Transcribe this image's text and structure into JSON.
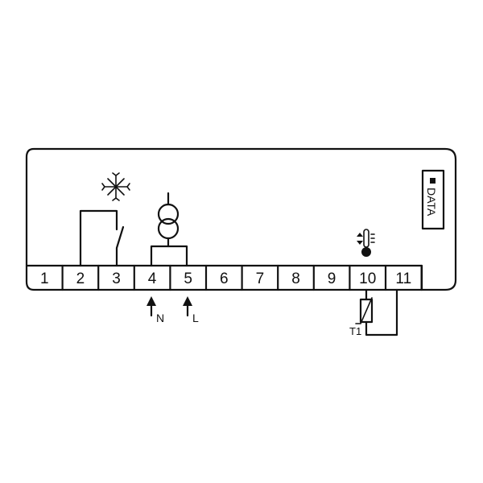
{
  "terminals": [
    "1",
    "2",
    "3",
    "4",
    "5",
    "6",
    "7",
    "8",
    "9",
    "10",
    "11"
  ],
  "data_port_label": "DATA",
  "neutral_label": "N",
  "line_label": "L",
  "sensor_label": "T1",
  "icons": {
    "defrost": "snowflake-icon",
    "supply": "transformer-icon",
    "temperature": "thermometer-icon",
    "sensor": "thermistor-icon"
  },
  "colors": {
    "line": "#111111",
    "background": "#ffffff"
  }
}
